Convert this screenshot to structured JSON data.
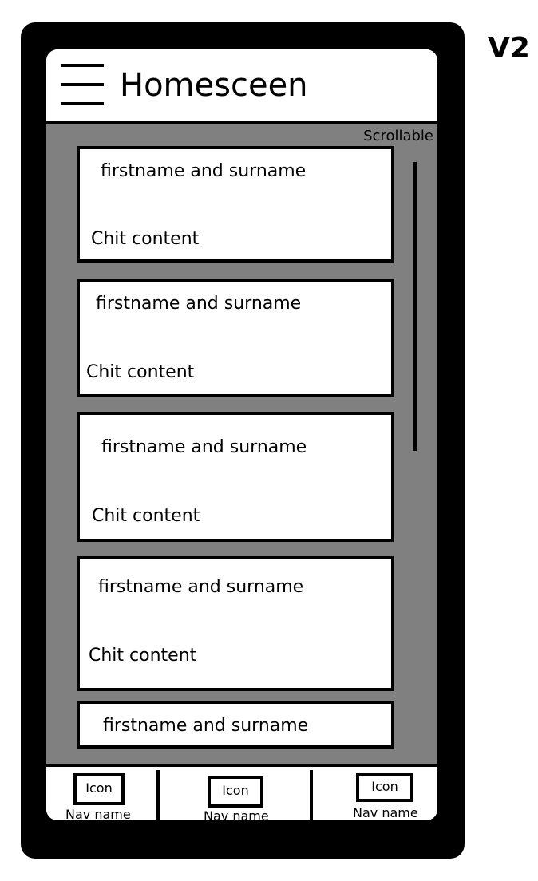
{
  "version_label": "V2",
  "header": {
    "title": "Homesceen"
  },
  "feed": {
    "scroll_hint": "Scrollable",
    "chits": [
      {
        "name": "firstname and surname",
        "content": "Chit content"
      },
      {
        "name": "firstname and surname",
        "content": "Chit content"
      },
      {
        "name": "firstname and surname",
        "content": "Chit content"
      },
      {
        "name": "firstname and surname",
        "content": "Chit content"
      },
      {
        "name": "firstname and surname"
      }
    ]
  },
  "nav": {
    "items": [
      {
        "icon": "Icon",
        "label": "Nav name"
      },
      {
        "icon": "Icon",
        "label": "Nav name"
      },
      {
        "icon": "Icon",
        "label": "Nav name"
      }
    ]
  }
}
